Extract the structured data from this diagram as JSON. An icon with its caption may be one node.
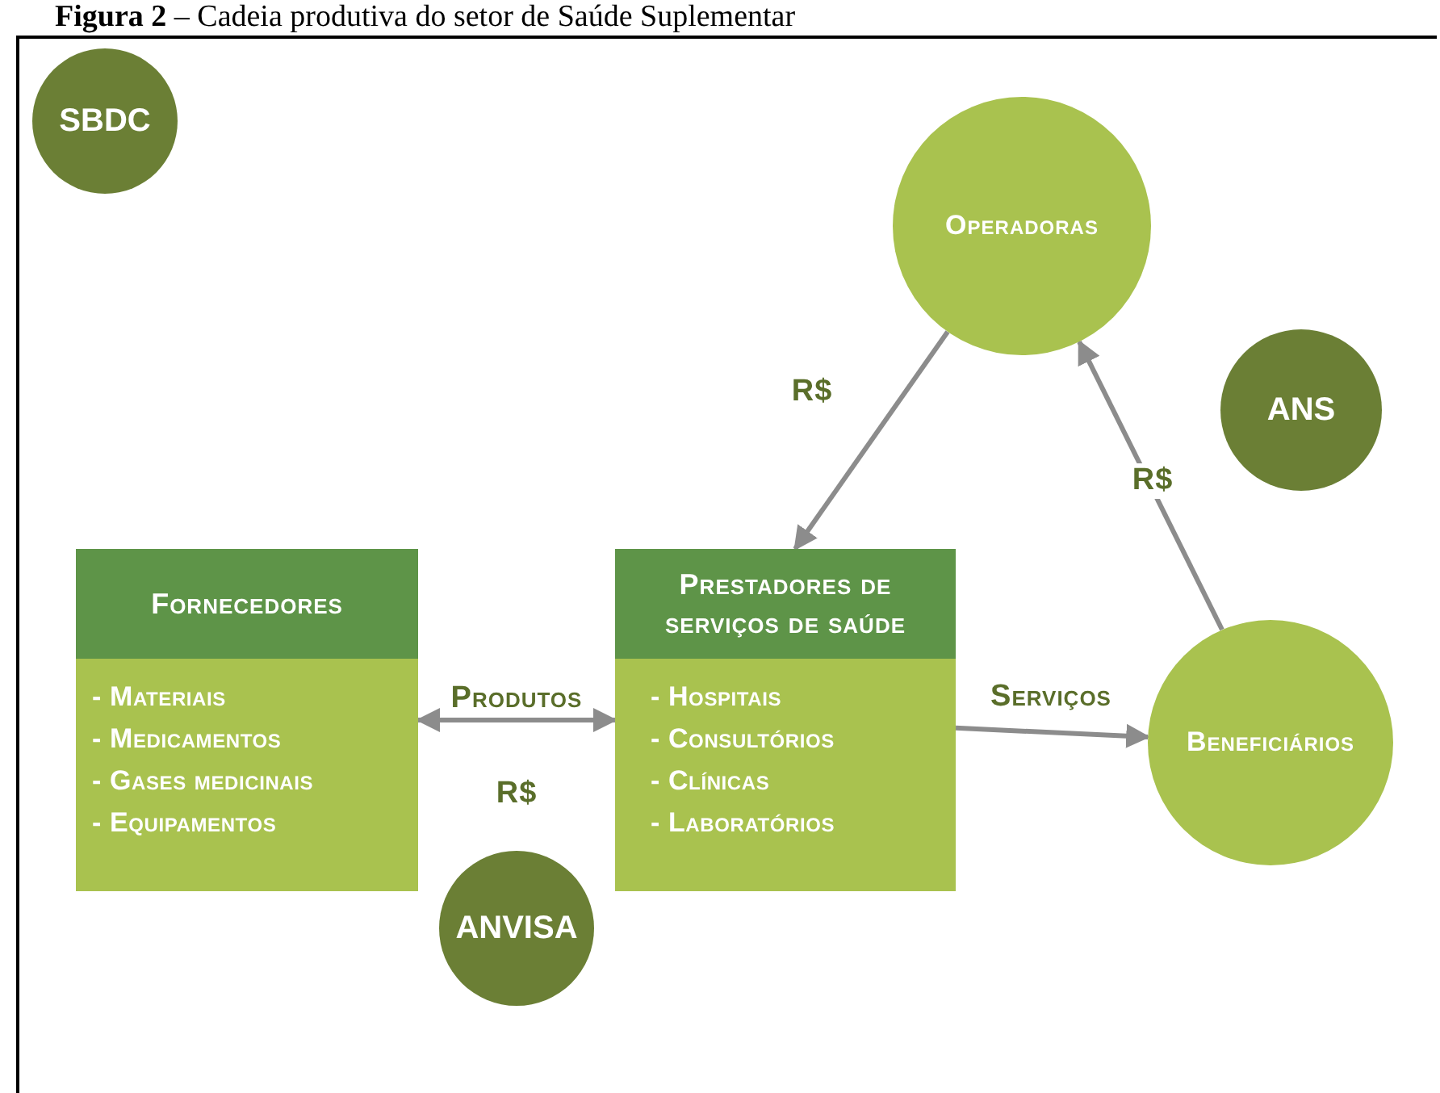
{
  "diagram": {
    "title": "**Figura 2** – Cadeia produtiva do setor de Saúde Suplementar",
    "nodes": [
      {
        "text": [
          "SBDC"
        ]
      },
      {
        "text": [
          "Operadoras"
        ]
      },
      {
        "text": [
          "ANS"
        ]
      },
      {
        "text": [
          "Fornecedores",
          "- Materiais",
          "- Medicamentos",
          "- Gases medicinais",
          "- Equipamentos"
        ]
      },
      {
        "text": [
          "Prestadores de serviços de saúde",
          "- Hospitais",
          "- Consultórios",
          "- Clínicas",
          "- Laboratórios"
        ]
      },
      {
        "text": [
          "Beneficiários"
        ]
      },
      {
        "text": [
          "ANVISA"
        ]
      }
    ],
    "edges": [
      {
        "from": 3,
        "to": 4,
        "arrow": "both",
        "label": "Produtos"
      },
      {
        "from": 1,
        "to": 4,
        "arrow": "to",
        "label": "R$"
      },
      {
        "from": 5,
        "to": 1,
        "arrow": "to",
        "label": "R$"
      },
      {
        "from": 4,
        "to": 5,
        "arrow": "to",
        "label": "Serviços"
      }
    ],
    "labels": [
      "R$"
    ]
  }
}
